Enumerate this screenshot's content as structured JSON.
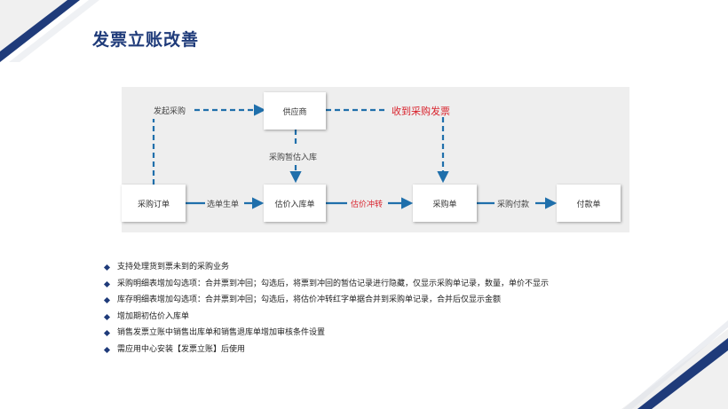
{
  "title": "发票立账改善",
  "colors": {
    "accent": "#1f3b7a",
    "highlight": "#d9232d",
    "edge": "#1f6fab"
  },
  "diagram": {
    "nodes": {
      "supplier": "供应商",
      "po": "采购订单",
      "receipt": "估价入库单",
      "invoice": "采购单",
      "payment": "付款单"
    },
    "labels": {
      "initiate": "发起采购",
      "received_invoice": "收到采购发票",
      "temp_receipt": "采购暂估入库",
      "select_generate": "选单生单",
      "offset": "估价冲转",
      "pay": "采购付款"
    }
  },
  "notes": [
    "支持处理货到票未到的采购业务",
    "采购明细表增加勾选项：合并票到冲回；勾选后，将票到冲回的暂估记录进行隐藏，仅显示采购单记录，数量，单价不显示",
    "库存明细表增加勾选项：合并票到冲回；勾选后，将估价冲转红字单据合并到采购单记录，合并后仅显示金额",
    "增加期初估价入库单",
    "销售发票立账中销售出库单和销售退库单增加审核条件设置",
    "需应用中心安装【发票立账】后使用"
  ]
}
